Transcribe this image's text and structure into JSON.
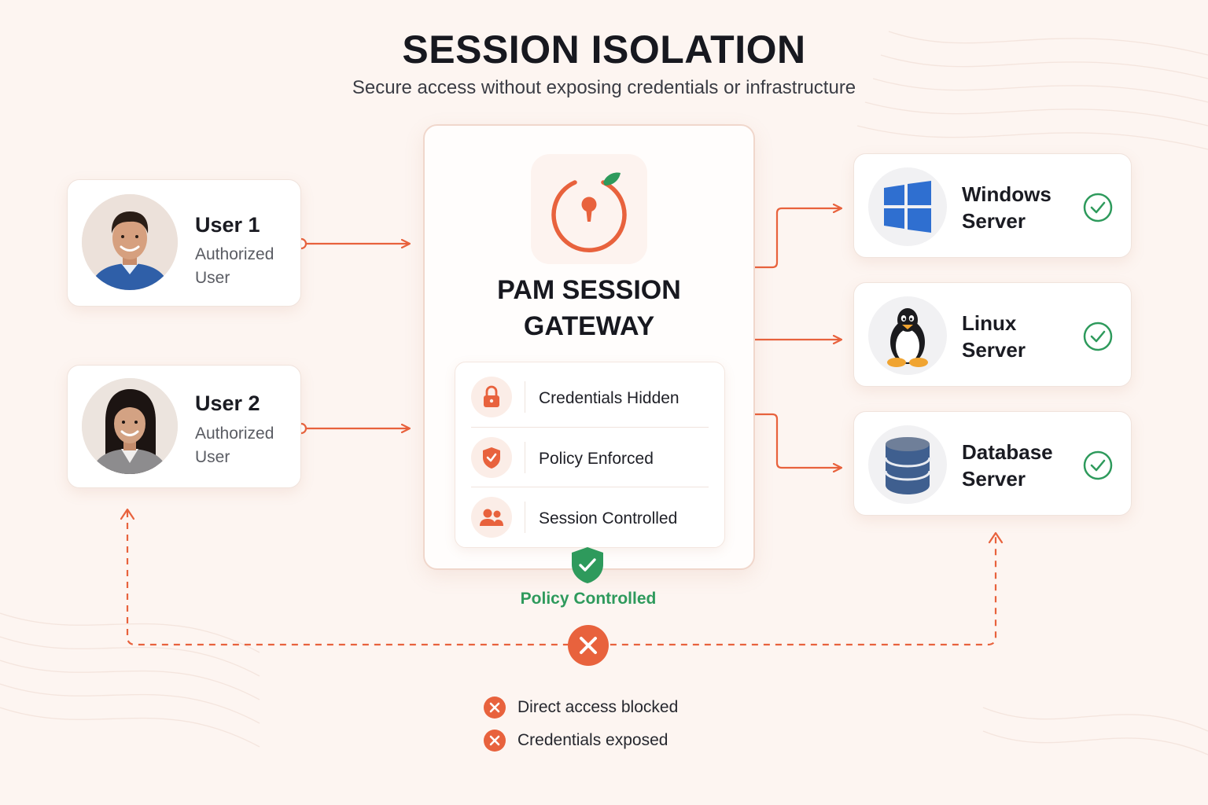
{
  "header": {
    "title": "SESSION ISOLATION",
    "subtitle": "Secure access without exposing credentials or infrastructure"
  },
  "users": [
    {
      "name": "User 1",
      "role": "Authorized User"
    },
    {
      "name": "User 2",
      "role": "Authorized User"
    }
  ],
  "gateway": {
    "title": "PAM SESSION GATEWAY",
    "features": [
      {
        "label": "Credentials Hidden",
        "icon": "lock-icon"
      },
      {
        "label": "Policy Enforced",
        "icon": "shield-check-icon"
      },
      {
        "label": "Session Controlled",
        "icon": "users-icon"
      }
    ],
    "policy_label": "Policy Controlled"
  },
  "servers": [
    {
      "name": "Windows Server",
      "icon": "windows-logo-icon"
    },
    {
      "name": "Linux Server",
      "icon": "linux-tux-icon"
    },
    {
      "name": "Database Server",
      "icon": "database-icon"
    }
  ],
  "blocked": [
    {
      "label": "Direct access blocked"
    },
    {
      "label": "Credentials exposed"
    }
  ],
  "colors": {
    "accent": "#e8623d",
    "success": "#2e9a5c",
    "background": "#fdf5f1",
    "windows_blue": "#2f6fd0",
    "database_blue": "#3f5f8f"
  }
}
